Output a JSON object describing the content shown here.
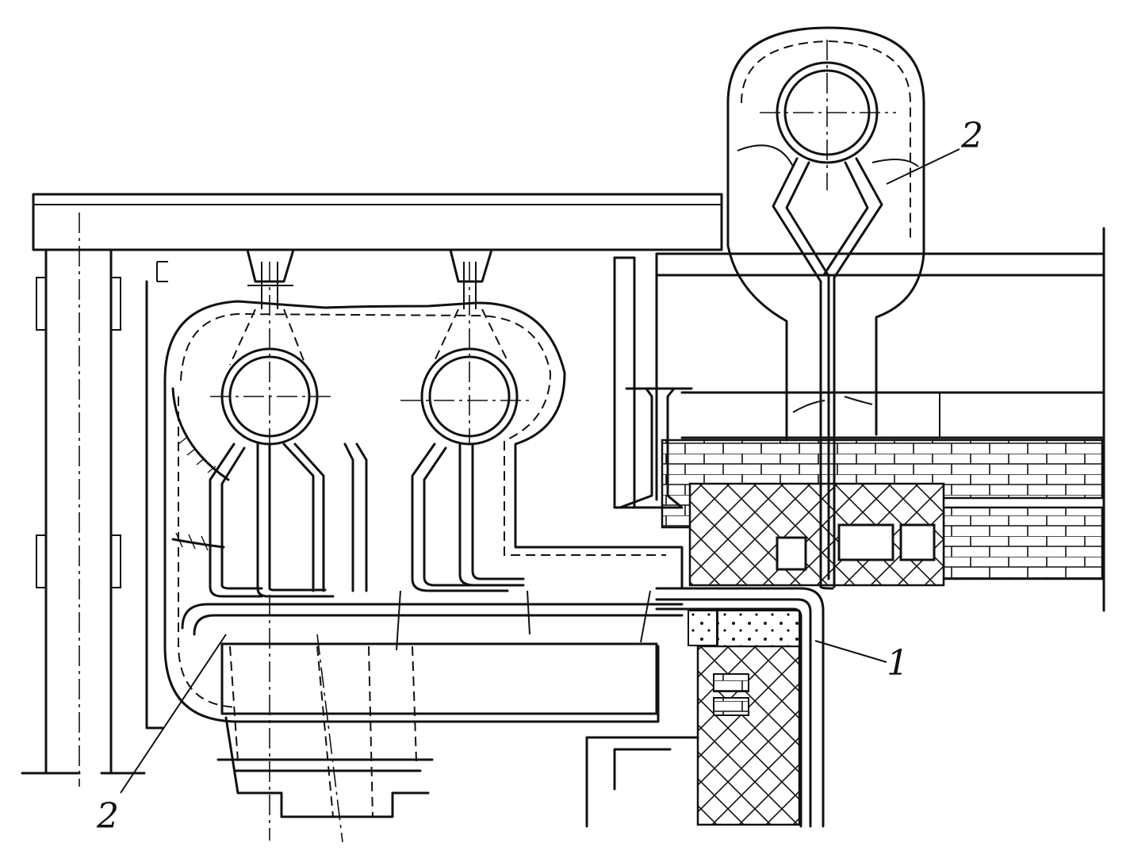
{
  "callouts": {
    "label_top_right": "2",
    "label_right": "1",
    "label_bottom_left": "2"
  }
}
